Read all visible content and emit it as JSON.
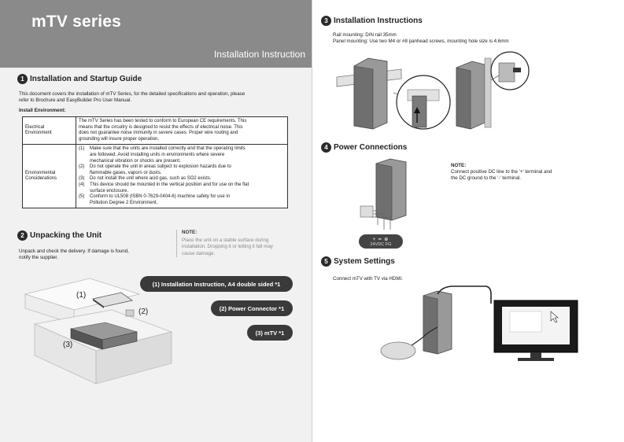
{
  "header": {
    "series_title": "mTV series",
    "subtitle": "Installation Instruction"
  },
  "section1": {
    "number": "1",
    "title": "Installation and Startup Guide",
    "intro_line1": "This document covers the installation of mTV Series, for the detailed specifications and operation, please",
    "intro_line2": "refer to Brochure and EasyBuilder Pro User Manual.",
    "install_env_label": "Install Environment:",
    "table": {
      "electrical_label_1": "Electrical",
      "electrical_label_2": "Environment",
      "electrical_lines": [
        "The mTV Series has been tested to conform to European CE requirements. This",
        "means that the circuitry is designed to resist the effects of electrical noise. This",
        "does not guarantee noise immunity in severe cases. Proper wire routing and",
        "grounding will insure proper operation."
      ],
      "environmental_label_1": "Environmental",
      "environmental_label_2": "Considerations",
      "considerations": [
        {
          "num": "(1)",
          "lines": [
            "Make sure that the units are installed correctly and that the operating limits",
            "are followed. Avoid installing units in environments where severe",
            "mechanical vibration or shocks are present."
          ]
        },
        {
          "num": "(2)",
          "lines": [
            "Do not operate the unit in areas subject to explosion hazards due to",
            "flammable gases, vapors or dusts."
          ]
        },
        {
          "num": "(3)",
          "lines": [
            "Do not install the unit where acid gas, such as SO2 exists."
          ]
        },
        {
          "num": "(4)",
          "lines": [
            "This device should be mounted in the vertical position and for use on the flat",
            "surface enclosure."
          ]
        },
        {
          "num": "(5)",
          "lines": [
            "Conform to UL508 (ISBN 0-7629-0404-6) machine safety for use in",
            "Pollution Degree 2 Environment."
          ]
        }
      ]
    }
  },
  "section2": {
    "number": "2",
    "title": "Unpacking the Unit",
    "text_line1": "Unpack and check the delivery. If damage is found,",
    "text_line2": "notify the supplier.",
    "note_title": "NOTE:",
    "note_lines": [
      "Place the unit on a stable surface during",
      "installation. Dropping it or letting it fall may",
      "cause damage."
    ],
    "items": [
      "(1) Installation Instruction, A4 double sided *1",
      "(2) Power Connector *1",
      "(3) mTV *1"
    ],
    "callouts": [
      "(1)",
      "(2)",
      "(3)"
    ]
  },
  "section3": {
    "number": "3",
    "title": "Installation Instructions",
    "line1": "Rail mounting: DIN rail 35mm",
    "line2": "Panel mounting: Use two M4 or #8 panhead screws, mounting hole size is 4.6mm"
  },
  "section4": {
    "number": "4",
    "title": "Power Connections",
    "note_title": "NOTE:",
    "note_line1": "Connect positive DC line to the '+' terminal and",
    "note_line2": "the DC ground to the '-' terminal.",
    "connector_label": "24VDC  FG"
  },
  "section5": {
    "number": "5",
    "title": "System Settings",
    "text": "Connect mTV with TV via HDMI."
  }
}
